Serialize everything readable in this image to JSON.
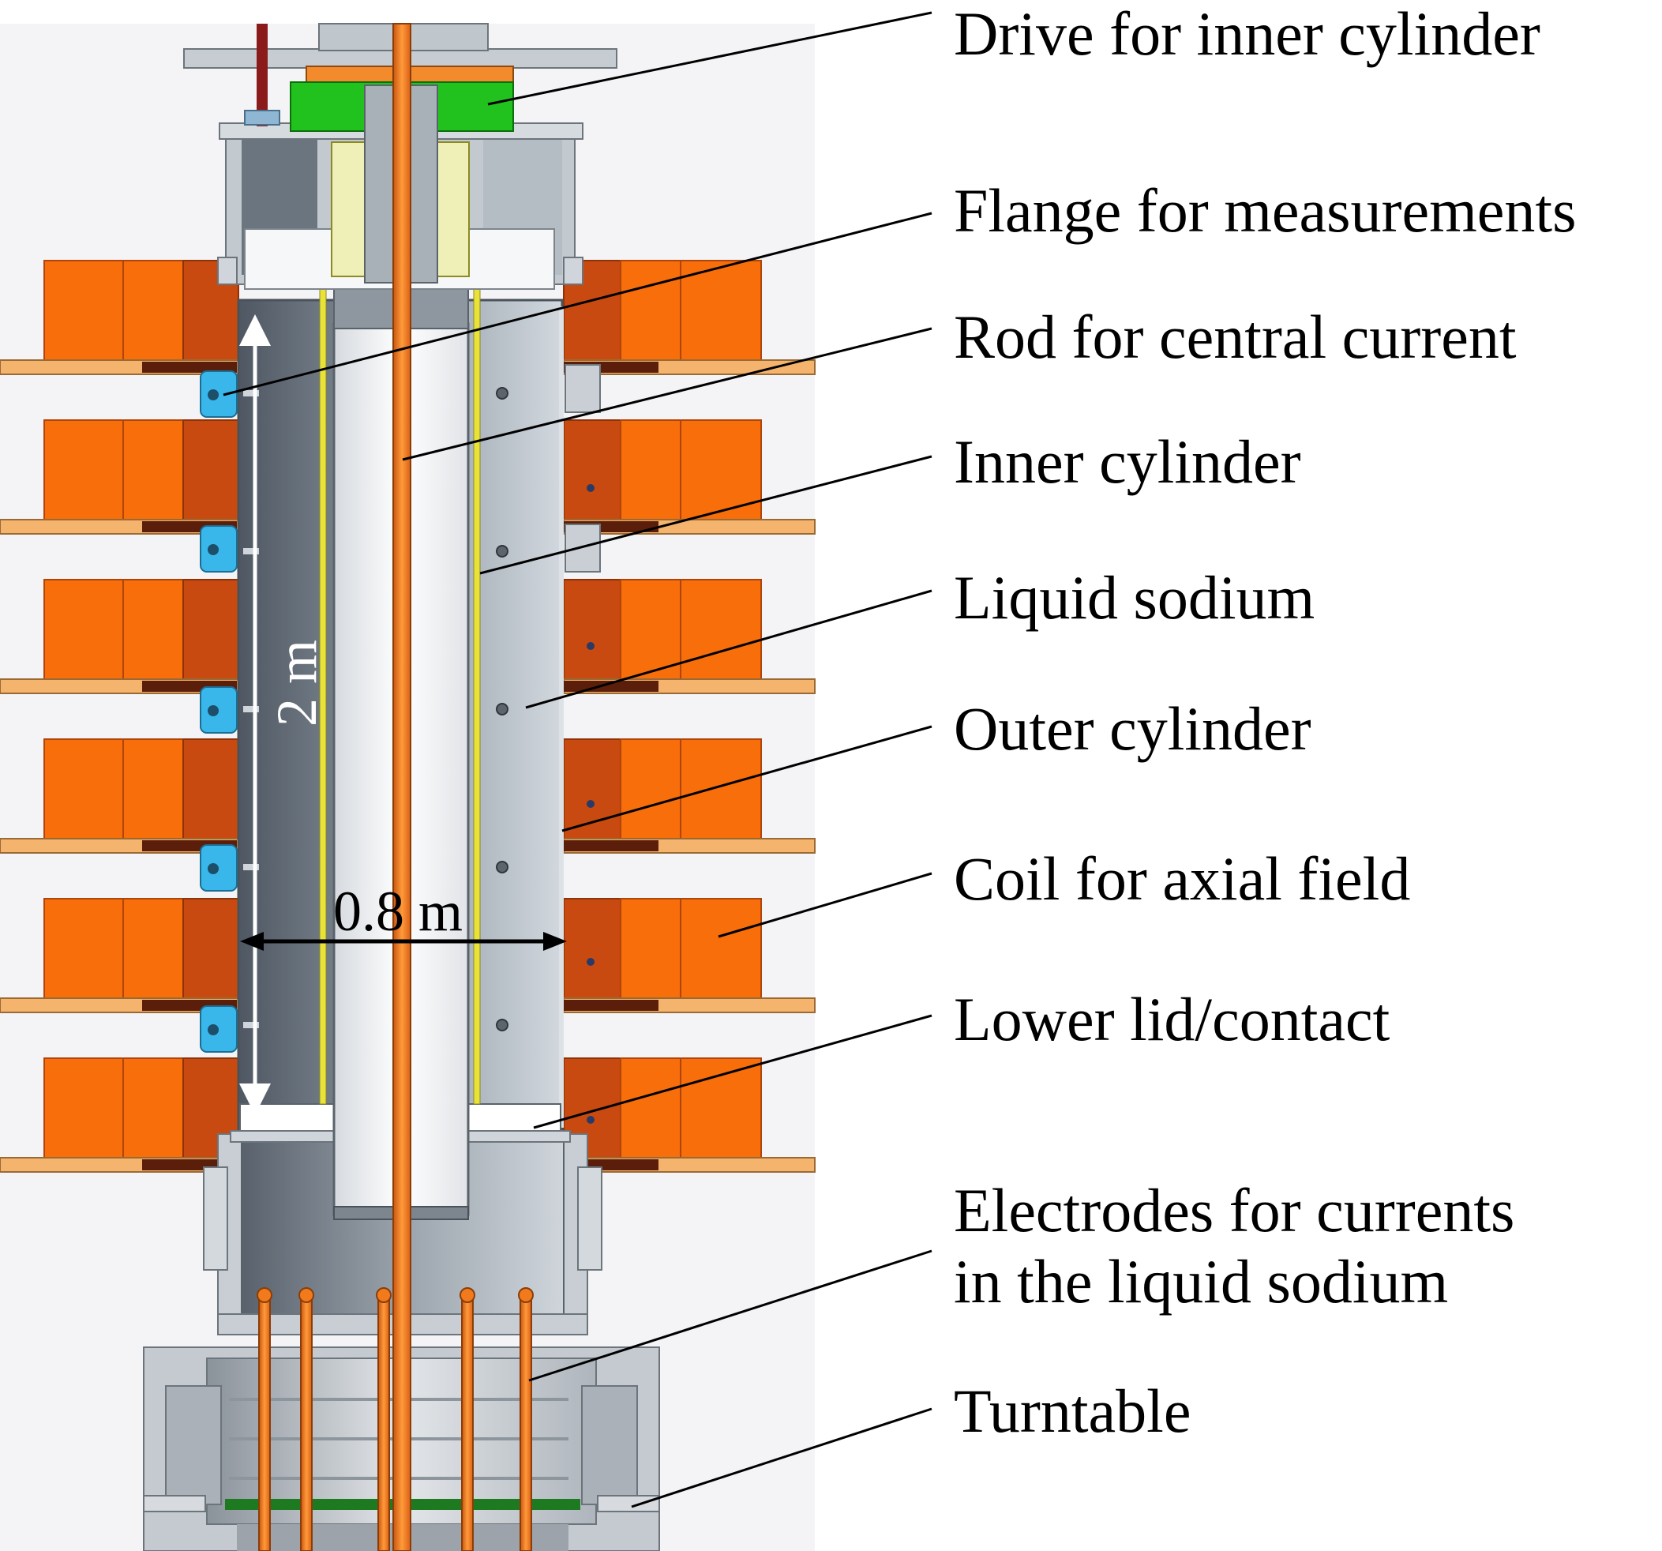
{
  "labels": {
    "drive": "Drive for inner cylinder",
    "flange": "Flange for measurements",
    "rod": "Rod for central current",
    "inner": "Inner cylinder",
    "sodium": "Liquid sodium",
    "outer": "Outer cylinder",
    "coil": "Coil for axial field",
    "lid": "Lower lid/contact",
    "electrodes_line1": "Electrodes for currents",
    "electrodes_line2": "in the liquid sodium",
    "turntable": "Turntable"
  },
  "dimensions": {
    "height": "2 m",
    "diameter": "0.8 m"
  },
  "colors": {
    "coil_orange": "#f76e0b",
    "coil_dark": "#c84a10",
    "shelf_tan": "#f5b46e",
    "cylinder_gray": "#6b7580",
    "cylinder_light": "#b6bec6",
    "copper": "#f07a1c",
    "yellow_shell": "#e8e23a",
    "drive_green": "#22c21e",
    "flange_blue": "#39b7ea",
    "background_panel": "#f4f4f6"
  }
}
